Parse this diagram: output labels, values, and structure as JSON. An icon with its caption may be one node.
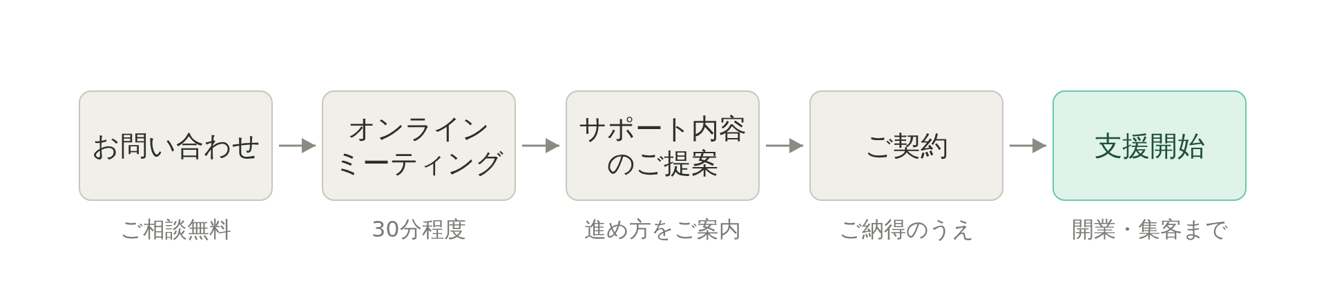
{
  "diagram": {
    "nodes": [
      {
        "text": [
          "お問い合わせ"
        ],
        "beside": [
          "ご相談無料"
        ]
      },
      {
        "text": [
          "オンラインミーティング"
        ],
        "beside": [
          "30分程度"
        ]
      },
      {
        "text": [
          "サポート内容のご提案"
        ],
        "beside": [
          "進め方をご案内"
        ]
      },
      {
        "text": [
          "ご契約"
        ],
        "beside": [
          "ご納得のうえ"
        ]
      },
      {
        "text": [
          "支援開始"
        ],
        "beside": [
          "開業・集客まで"
        ]
      }
    ],
    "edges": [
      {
        "from": 0,
        "to": 1,
        "arrow": "to"
      },
      {
        "from": 1,
        "to": 2,
        "arrow": "to"
      },
      {
        "from": 2,
        "to": 3,
        "arrow": "to"
      },
      {
        "from": 3,
        "to": 4,
        "arrow": "to"
      }
    ]
  }
}
